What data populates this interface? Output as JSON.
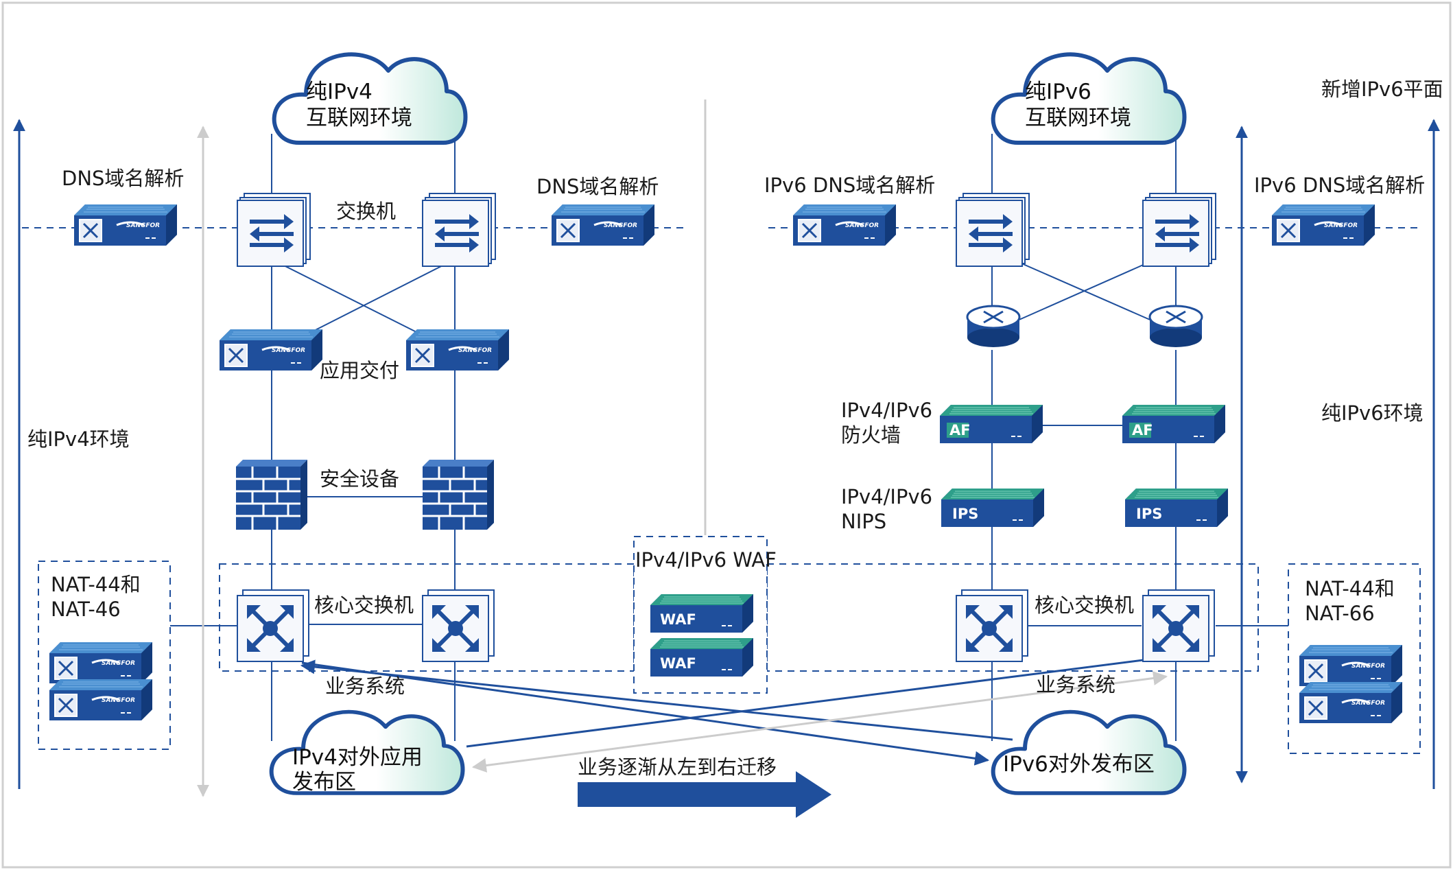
{
  "colors": {
    "primary": "#1f4f9c",
    "line": "#1f4f9c",
    "gray_arrow": "#cccccc",
    "cloud_accent": "#2ea58c",
    "border": "#cfcfcf"
  },
  "clouds": {
    "ipv4_internet": [
      "纯IPv4",
      "互联网环境"
    ],
    "ipv6_internet": [
      "纯IPv6",
      "互联网环境"
    ],
    "ipv4_release": [
      "IPv4对外应用",
      "发布区"
    ],
    "ipv6_release": "IPv6对外发布区"
  },
  "labels": {
    "dns_left": "DNS域名解析",
    "switch": "交换机",
    "dns_center": "DNS域名解析",
    "ipv6_dns_center": "IPv6 DNS域名解析",
    "ipv6_dns_right": "IPv6 DNS域名解析",
    "new_plane": "新增IPv6平面",
    "app_delivery": "应用交付",
    "pure_ipv4_env": "纯IPv4环境",
    "pure_ipv6_env": "纯IPv6环境",
    "security_device": "安全设备",
    "firewall": [
      "IPv4/IPv6",
      "防火墙"
    ],
    "nips": [
      "IPv4/IPv6",
      "NIPS"
    ],
    "waf_box": "IPv4/IPv6 WAF",
    "nat_left": [
      "NAT-44和",
      "NAT-46"
    ],
    "nat_right": [
      "NAT-44和",
      "NAT-66"
    ],
    "core_switch_left": "核心交换机",
    "core_switch_right": "核心交换机",
    "biz_left": "业务系统",
    "biz_right": "业务系统",
    "migration": "业务逐渐从左到右迁移"
  },
  "device_text": {
    "brand": "SANGFOR",
    "waf": "WAF",
    "ips": "IPS",
    "af": "AF"
  }
}
